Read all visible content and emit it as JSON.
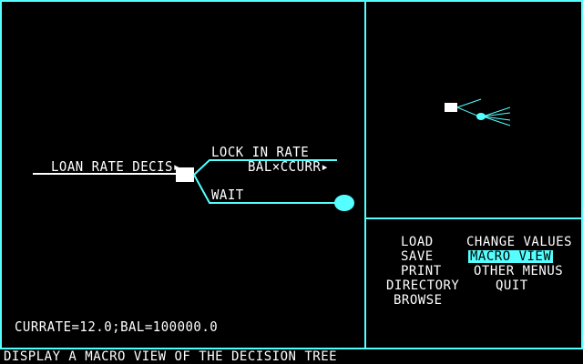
{
  "colors": {
    "accent": "#55ffff",
    "foreground": "#ffffff",
    "background": "#000000"
  },
  "tree": {
    "root_label": "LOAN RATE DECIS▸",
    "branch1_label": "LOCK IN RATE",
    "branch1_sub": "BAL×CCURR▸",
    "branch2_label": "WAIT",
    "variables": "CURRATE=12.0;BAL=100000.0"
  },
  "menu": {
    "left": [
      "LOAD",
      "SAVE",
      "PRINT",
      "DIRECTORY",
      "BROWSE"
    ],
    "right": [
      "CHANGE VALUES",
      "MACRO VIEW",
      "OTHER MENUS",
      "QUIT"
    ],
    "selected": "MACRO VIEW"
  },
  "status": "DISPLAY A MACRO VIEW OF THE DECISION TREE"
}
